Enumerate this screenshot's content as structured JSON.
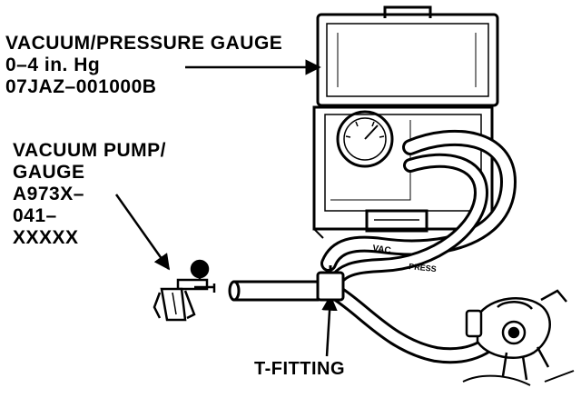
{
  "labels": {
    "vacuum_pressure_gauge": {
      "line1": "VACUUM/PRESSURE GAUGE",
      "line2": "0–4 in. Hg",
      "line3": "07JAZ–001000B"
    },
    "vacuum_pump_gauge": {
      "line1": "VACUUM PUMP/",
      "line2": "GAUGE",
      "line3": "A973X–",
      "line4": "041–",
      "line5": "XXXXX"
    },
    "t_fitting": "T-FITTING"
  },
  "hose_markings": {
    "vac": "VAC",
    "press": "PRESS"
  },
  "colors": {
    "ink": "#000000",
    "paper": "#ffffff"
  }
}
